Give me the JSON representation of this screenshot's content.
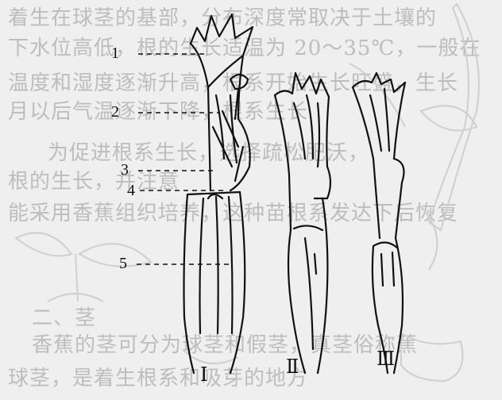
{
  "background_text": {
    "lines": [
      "着生在球茎的基部，分布深度常取决于土壤的",
      "下水位高低，根的生长适温为 20～35℃，一般在",
      "温度和湿度逐渐升高，根系开始生长旺盛，生长",
      "月以后气温逐渐下降，根系生长",
      "为促进根系生长，选择疏松肥沃，",
      "根的生长，并注意",
      "能采用香蕉组织培养，这种苗根系发达下后恢复",
      "二、茎",
      "香蕉的茎可分为球茎和假茎，真茎俗称蕉",
      "球茎，是着生根系和吸芽的地方"
    ]
  },
  "labels": {
    "part1": "1",
    "part2": "2",
    "part3": "3",
    "part4": "4",
    "part5": "5"
  },
  "stages": {
    "stage1": "Ⅰ",
    "stage2": "Ⅱ",
    "stage3": "Ⅲ"
  },
  "colors": {
    "ink": "#111111",
    "faded_text": "#bdbdbd",
    "faded_plant": "#cfcfcf",
    "paper": "#efefef"
  }
}
